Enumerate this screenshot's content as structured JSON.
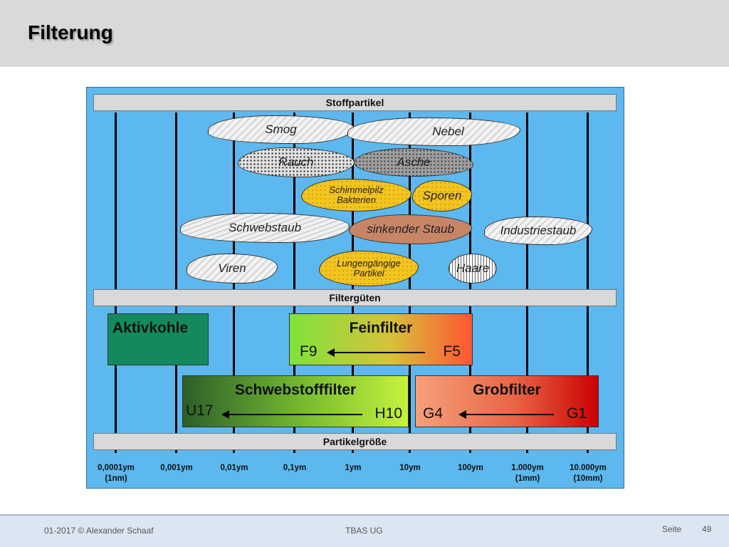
{
  "slide": {
    "title": "Filterung",
    "footer": {
      "left": "01-2017 © Alexander Schaaf",
      "center": "TBAS UG",
      "page_label": "Seite",
      "page_number": "49"
    }
  },
  "diagram": {
    "bands": {
      "particles": "Stoffpartikel",
      "filters": "Filtergüten",
      "size": "Partikelgröße"
    },
    "particles": {
      "smog": "Smog",
      "nebel": "Nebel",
      "rauch": "Rauch",
      "asche": "Asche",
      "schimmelpilz_line1": "Schimmelpilz",
      "schimmelpilz_line2": "Bakterien",
      "sporen": "Sporen",
      "schwebstaub": "Schwebstaub",
      "sinkender_staub": "sinkender Staub",
      "industriestaub": "Industriestaub",
      "viren": "Viren",
      "lungengaengig_line1": "Lungengängige",
      "lungengaengig_line2": "Partikel",
      "haare": "Haare"
    },
    "filters": {
      "aktivkohle": {
        "name": "Aktivkohle"
      },
      "feinfilter": {
        "name": "Feinfilter",
        "from": "F5",
        "to": "F9"
      },
      "schwebstofffilter": {
        "name": "Schwebstofffilter",
        "from": "H10",
        "to": "U17"
      },
      "grobfilter": {
        "name": "Grobfilter",
        "from": "G1",
        "to": "G4"
      }
    },
    "size_ticks": [
      {
        "line1": "0,0001ym",
        "line2": "(1nm)"
      },
      {
        "line1": "0,001ym",
        "line2": ""
      },
      {
        "line1": "0,01ym",
        "line2": ""
      },
      {
        "line1": "0,1ym",
        "line2": ""
      },
      {
        "line1": "1ym",
        "line2": ""
      },
      {
        "line1": "10ym",
        "line2": ""
      },
      {
        "line1": "100ym",
        "line2": ""
      },
      {
        "line1": "1.000ym",
        "line2": "(1mm)"
      },
      {
        "line1": "10.000ym",
        "line2": "(10mm)"
      }
    ],
    "colors": {
      "background": "#5cb8ee",
      "aktivkohle": "#138a5d",
      "feinfilter": [
        "#7fe33a",
        "#ff5533"
      ],
      "schwebstofffilter": [
        "#2d5e2a",
        "#c6f23c"
      ],
      "grobfilter": [
        "#f6a07a",
        "#cc0000"
      ]
    }
  }
}
